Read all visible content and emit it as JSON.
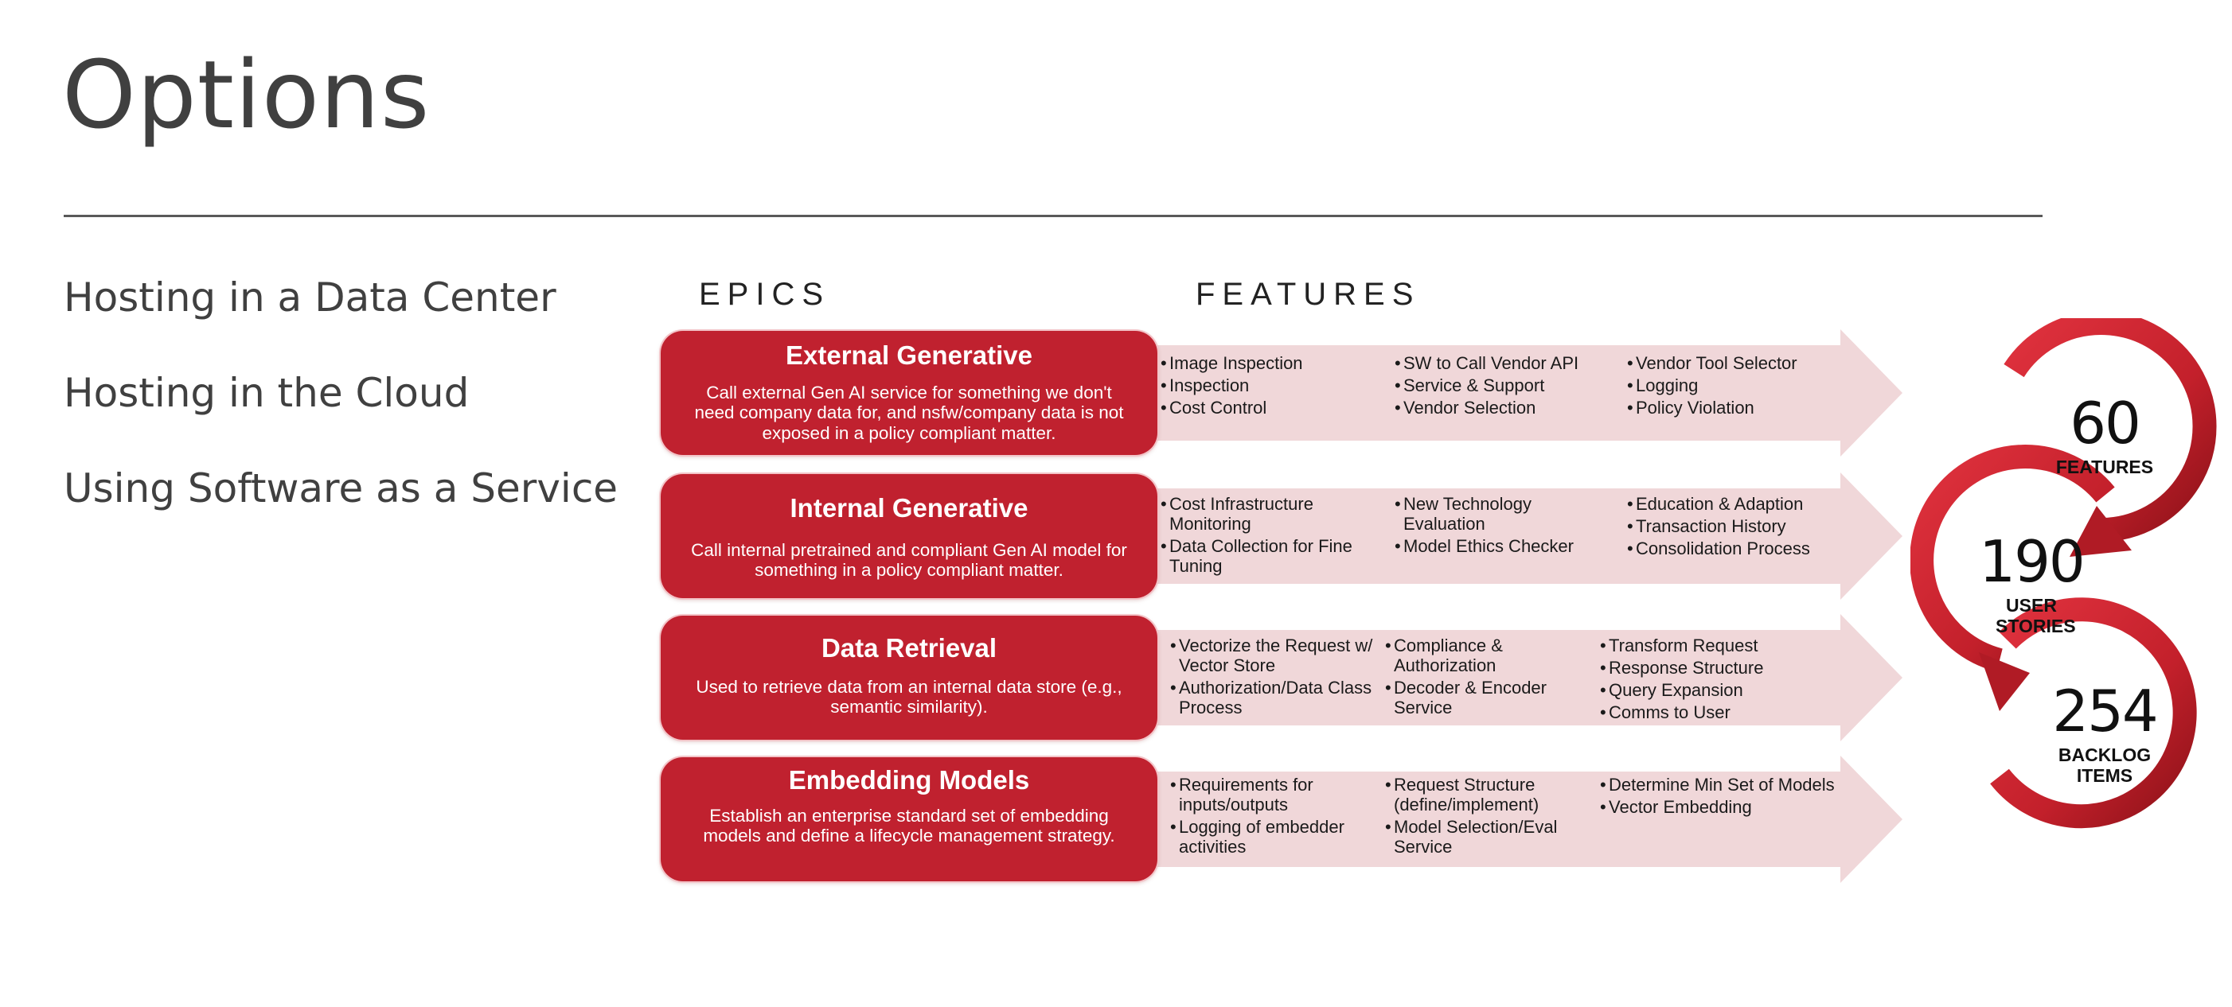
{
  "slide": {
    "title": "Options",
    "options": [
      "Hosting in a Data Center",
      "Hosting in the Cloud",
      "Using Software as a Service"
    ]
  },
  "headers": {
    "epics": "EPICS",
    "features": "FEATURES"
  },
  "epics": [
    {
      "title": "External Generative",
      "description": "Call external Gen AI service for something we don't need company data for, and nsfw/company data is not exposed in a policy compliant matter.",
      "features": [
        [
          "Image Inspection",
          "Inspection",
          "Cost Control"
        ],
        [
          "SW to Call Vendor API",
          "Service & Support",
          "Vendor Selection"
        ],
        [
          "Vendor Tool Selector",
          "Logging",
          "Policy Violation"
        ]
      ]
    },
    {
      "title": "Internal Generative",
      "description": "Call internal pretrained and compliant Gen AI model for something in a policy compliant matter.",
      "features": [
        [
          "Cost Infrastructure Monitoring",
          "Data Collection for Fine Tuning"
        ],
        [
          "New Technology Evaluation",
          "Model Ethics Checker"
        ],
        [
          "Education & Adaption",
          "Transaction History",
          "Consolidation Process"
        ]
      ]
    },
    {
      "title": "Data Retrieval",
      "description": "Used to retrieve data from an internal data store (e.g., semantic similarity).",
      "features": [
        [
          "Vectorize the Request w/ Vector Store",
          "Authorization/Data Class Process"
        ],
        [
          "Compliance & Authorization",
          "Decoder & Encoder Service"
        ],
        [
          "Transform Request",
          "Response Structure",
          "Query Expansion",
          "Comms to User"
        ]
      ]
    },
    {
      "title": "Embedding Models",
      "description": "Establish an enterprise standard set of embedding models and define a lifecycle management strategy.",
      "features": [
        [
          "Requirements for inputs/outputs",
          "Logging of embedder activities"
        ],
        [
          "Request Structure (define/implement)",
          "Model Selection/Eval Service"
        ],
        [
          "Determine Min Set of Models",
          "Vector Embedding"
        ]
      ]
    }
  ],
  "stats": [
    {
      "value": "60",
      "label": "FEATURES"
    },
    {
      "value": "190",
      "label": "USER STORIES"
    },
    {
      "value": "254",
      "label": "BACKLOG ITEMS"
    }
  ],
  "colors": {
    "epic_red": "#c0212f",
    "arrow_pink": "#f0d7d9",
    "title_gray": "#404040",
    "ring_red": "#c8202b"
  }
}
